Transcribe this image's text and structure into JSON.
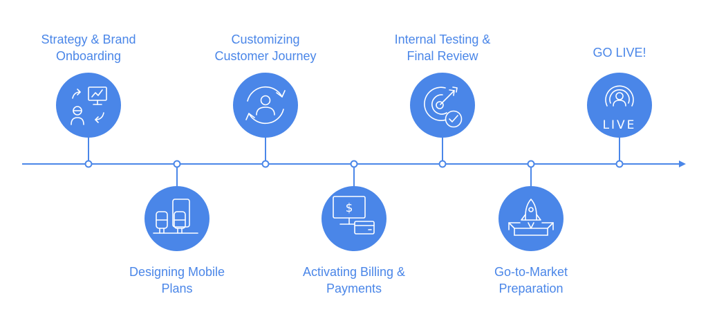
{
  "colors": {
    "accent": "#4a86e8",
    "icon_stroke": "#ffffff",
    "background": "#ffffff"
  },
  "steps": [
    {
      "lines": [
        "Strategy & Brand",
        "Onboarding"
      ],
      "icon": "strategy-icon",
      "position": "above"
    },
    {
      "lines": [
        "Designing Mobile",
        "Plans"
      ],
      "icon": "mobile-plans-icon",
      "position": "below"
    },
    {
      "lines": [
        "Customizing",
        "Customer Journey"
      ],
      "icon": "customer-journey-icon",
      "position": "above"
    },
    {
      "lines": [
        "Activating Billing &",
        "Payments"
      ],
      "icon": "billing-payments-icon",
      "position": "below"
    },
    {
      "lines": [
        "Internal Testing &",
        "Final Review"
      ],
      "icon": "target-check-icon",
      "position": "above"
    },
    {
      "lines": [
        "Go-to-Market",
        "Preparation"
      ],
      "icon": "rocket-icon",
      "position": "below"
    },
    {
      "lines": [
        "GO LIVE!"
      ],
      "icon": "live-broadcast-icon",
      "position": "above"
    }
  ]
}
